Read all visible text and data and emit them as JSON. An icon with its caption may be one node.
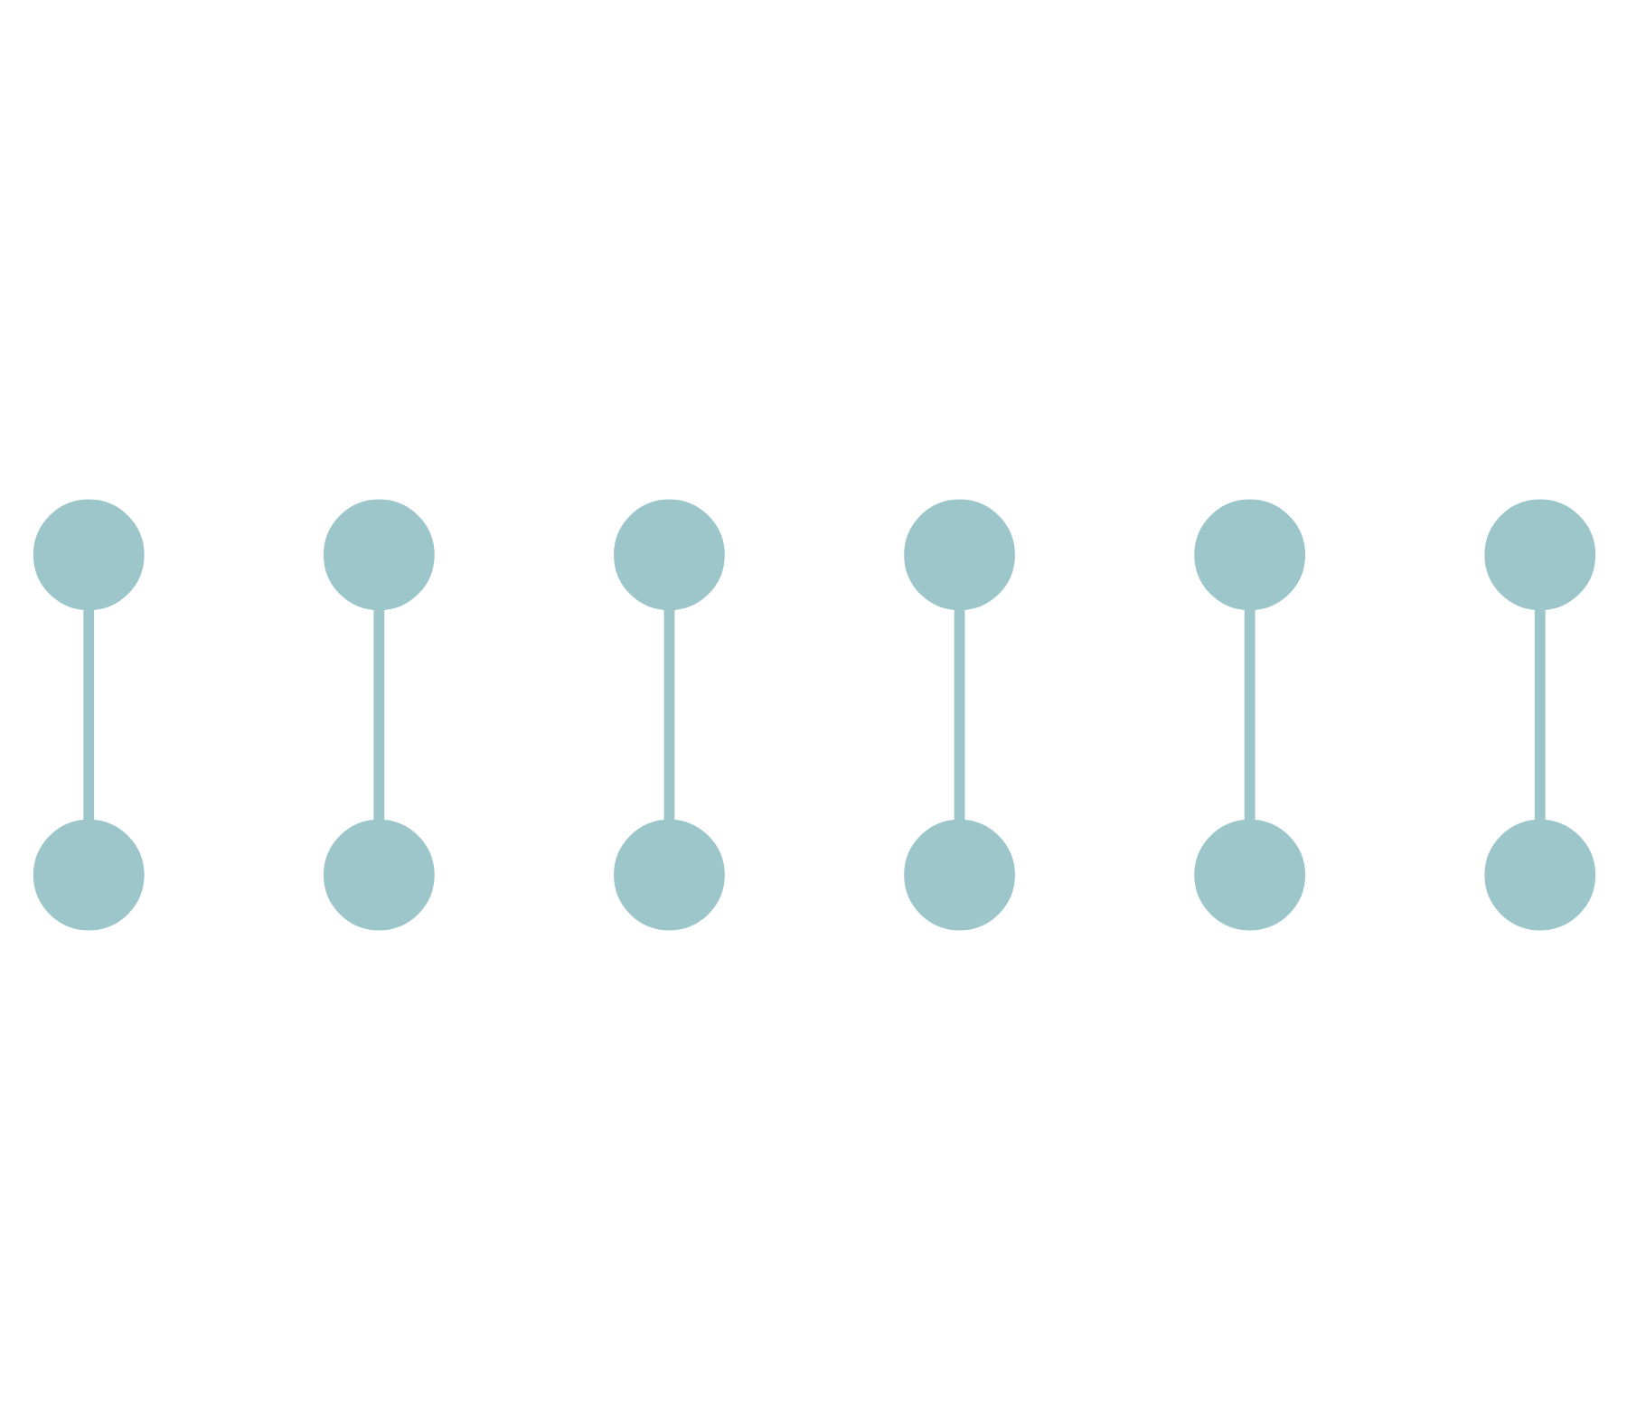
{
  "diagram": {
    "nodes": [
      {
        "text": [],
        "shape": "circle"
      },
      {
        "text": [],
        "shape": "circle"
      },
      {
        "text": [],
        "shape": "circle"
      },
      {
        "text": [],
        "shape": "circle"
      },
      {
        "text": [],
        "shape": "circle"
      },
      {
        "text": [],
        "shape": "circle"
      },
      {
        "text": [],
        "shape": "circle"
      },
      {
        "text": [],
        "shape": "circle"
      },
      {
        "text": [],
        "shape": "circle"
      },
      {
        "text": [],
        "shape": "circle"
      },
      {
        "text": [],
        "shape": "circle"
      },
      {
        "text": [],
        "shape": "circle"
      }
    ],
    "edges": [
      {
        "from": 0,
        "to": 6,
        "arrow": "none"
      },
      {
        "from": 2,
        "to": 4,
        "arrow": "none"
      },
      {
        "from": 1,
        "to": 8,
        "arrow": "none"
      },
      {
        "from": 3,
        "to": 9,
        "arrow": "none"
      },
      {
        "from": 5,
        "to": 10,
        "arrow": "none"
      },
      {
        "from": 7,
        "to": 11,
        "arrow": "none"
      }
    ]
  }
}
